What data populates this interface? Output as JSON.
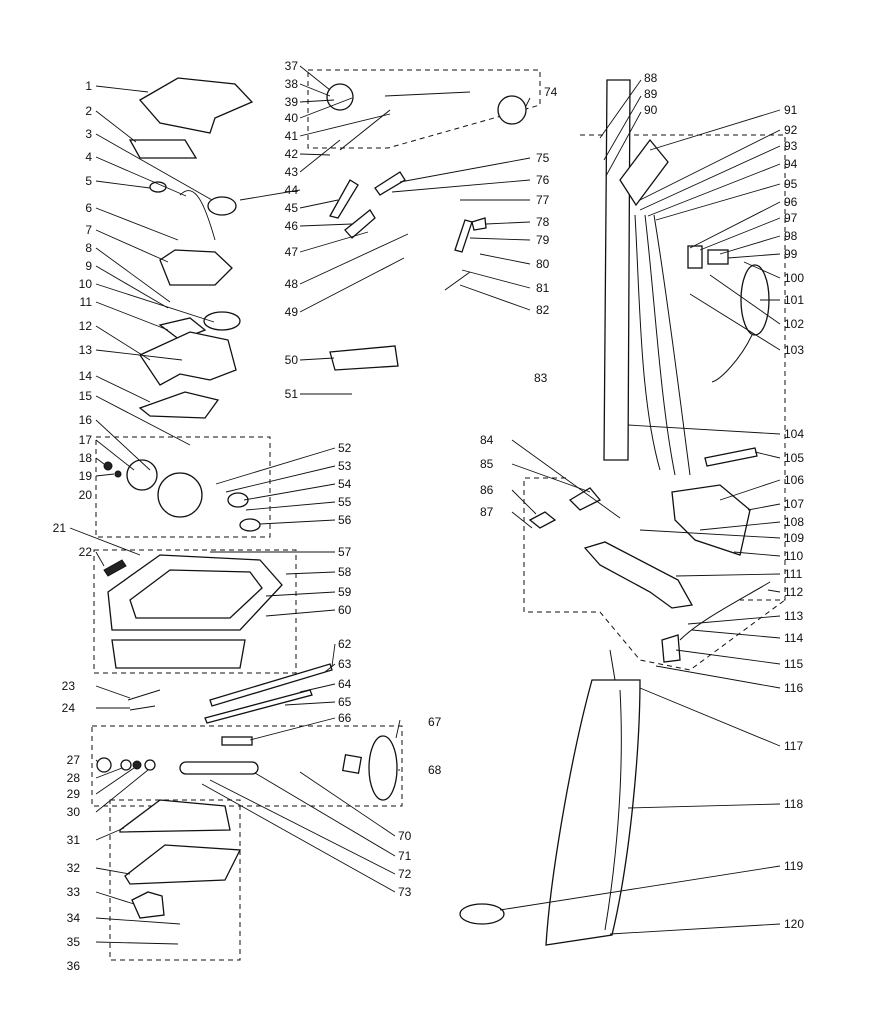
{
  "labels_left": [
    "1",
    "2",
    "3",
    "4",
    "5",
    "6",
    "7",
    "8",
    "9",
    "10",
    "11",
    "12",
    "13",
    "14",
    "15",
    "16",
    "17",
    "18",
    "19",
    "20",
    "21",
    "22",
    "23",
    "24",
    "27",
    "28",
    "29",
    "30",
    "31",
    "32",
    "33",
    "34",
    "35",
    "36"
  ],
  "labels_center_left": [
    "37",
    "38",
    "39",
    "40",
    "41",
    "42",
    "43",
    "44",
    "45",
    "46",
    "47",
    "48",
    "49",
    "50",
    "51"
  ],
  "labels_center_right": [
    "52",
    "53",
    "54",
    "55",
    "56",
    "57",
    "58",
    "59",
    "60",
    "62",
    "63",
    "64",
    "65",
    "66",
    "67",
    "68",
    "70",
    "71",
    "72",
    "73",
    "74",
    "75",
    "76",
    "77",
    "78",
    "79",
    "80",
    "81",
    "82"
  ],
  "labels_right": [
    "83",
    "84",
    "85",
    "86",
    "87",
    "88",
    "89",
    "90",
    "91",
    "92",
    "93",
    "94",
    "95",
    "96",
    "97",
    "98",
    "99",
    "100",
    "101",
    "102",
    "103",
    "104",
    "105",
    "106",
    "107",
    "108",
    "109",
    "110",
    "111",
    "112",
    "113",
    "114",
    "115",
    "116",
    "117",
    "118",
    "119",
    "120"
  ]
}
